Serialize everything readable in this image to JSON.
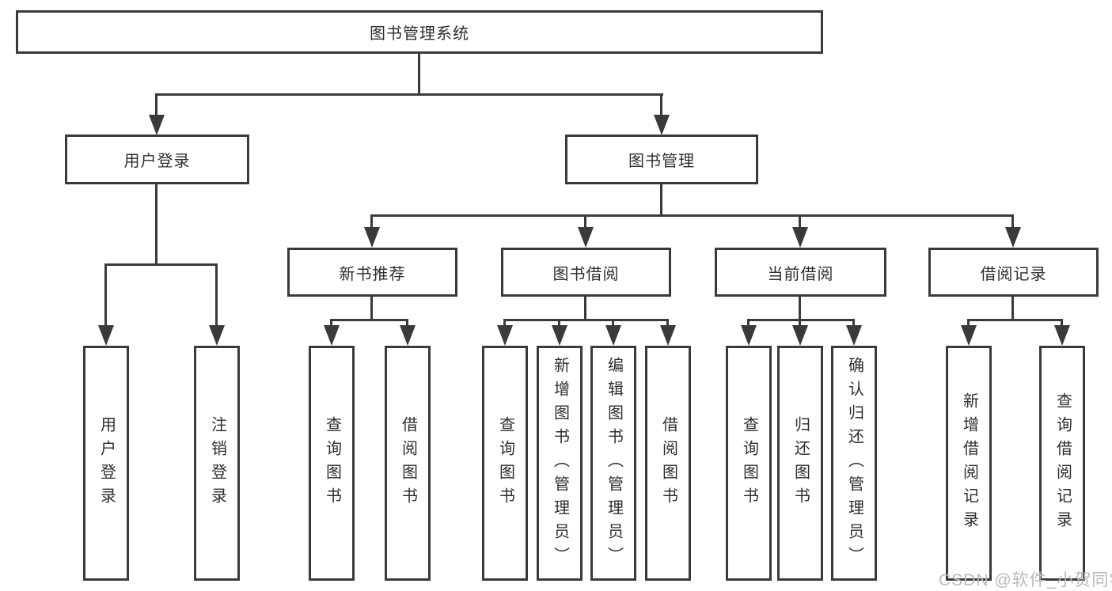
{
  "tree": {
    "root": {
      "label": "图书管理系统"
    },
    "children": [
      {
        "label": "用户登录",
        "children": [
          {
            "label": "用户登录"
          },
          {
            "label": "注销登录"
          }
        ]
      },
      {
        "label": "图书管理",
        "children": [
          {
            "label": "新书推荐",
            "children": [
              {
                "label": "查询图书"
              },
              {
                "label": "借阅图书"
              }
            ]
          },
          {
            "label": "图书借阅",
            "children": [
              {
                "label": "查询图书"
              },
              {
                "label": "新增图书（管理员）"
              },
              {
                "label": "编辑图书（管理员）"
              },
              {
                "label": "借阅图书"
              }
            ]
          },
          {
            "label": "当前借阅",
            "children": [
              {
                "label": "查询图书"
              },
              {
                "label": "归还图书"
              },
              {
                "label": "确认归还（管理员）"
              }
            ]
          },
          {
            "label": "借阅记录",
            "children": [
              {
                "label": "新增借阅记录"
              },
              {
                "label": "查询借阅记录"
              }
            ]
          }
        ]
      }
    ]
  },
  "watermark": {
    "text": "CSDN @软件_小贺同学"
  },
  "colors": {
    "line": "#3a3a3a",
    "text": "#2e2e2e",
    "background": "#ffffff",
    "watermark": "#b6bac0"
  }
}
